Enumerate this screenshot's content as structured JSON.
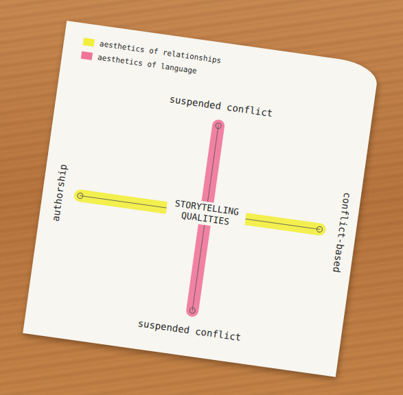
{
  "diagram": {
    "labels": [
      "suspended conflict",
      "authorship",
      "STORYTELLING QUALITIES",
      "conflict-based",
      "suspended conflict"
    ],
    "legend": [
      {
        "text": "aesthetics of relationships",
        "color": "#f2ee3c"
      },
      {
        "text": "aesthetics of language",
        "color": "#ef7499"
      }
    ]
  }
}
